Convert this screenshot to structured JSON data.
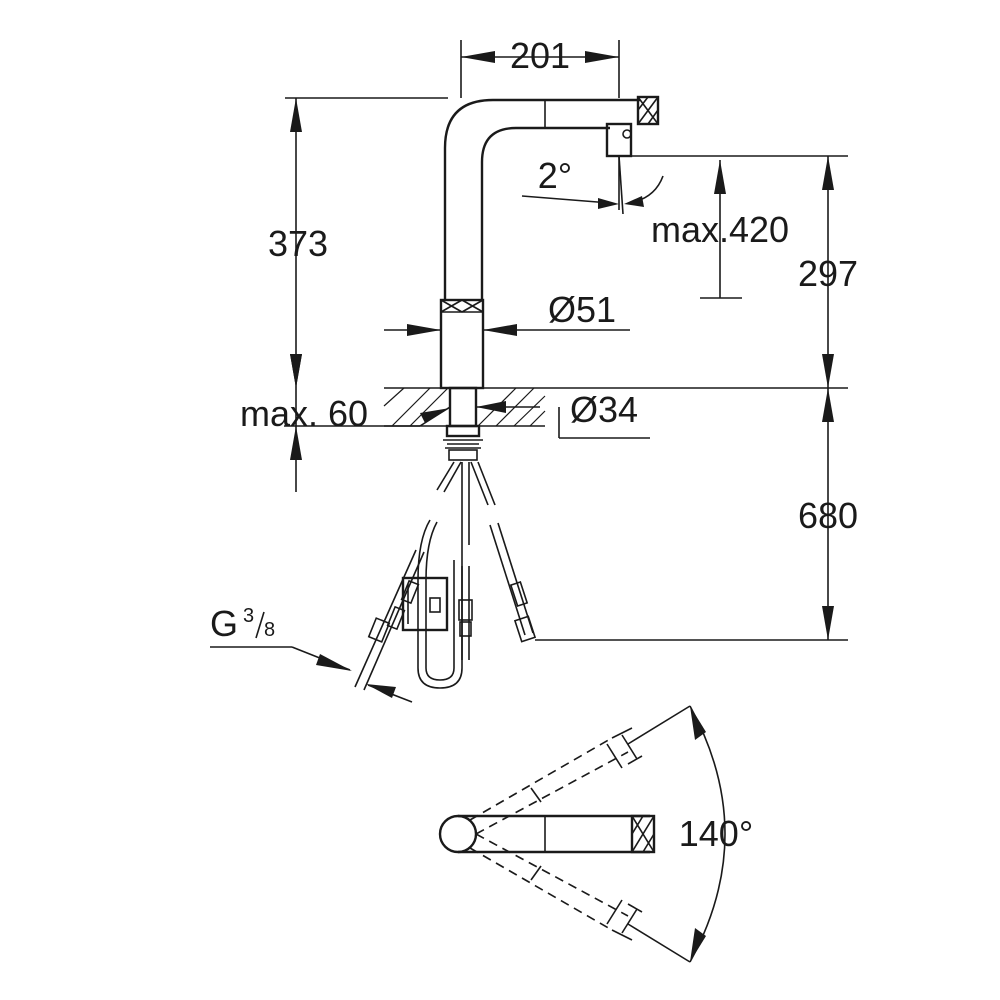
{
  "drawing": {
    "title": "Pull-out kitchen faucet dimension drawing"
  },
  "dimensions": {
    "spout_reach": "201",
    "body_height": "373",
    "spout_tilt": "2°",
    "pull_out_length": "max.420",
    "outlet_height": "297",
    "body_diameter": "Ø51",
    "deck_thickness": "max. 60",
    "hole_diameter": "Ø34",
    "hose_length": "680",
    "connection_thread_letter": "G",
    "connection_thread_num": "3",
    "connection_thread_den": "8",
    "swivel_angle": "140°"
  }
}
